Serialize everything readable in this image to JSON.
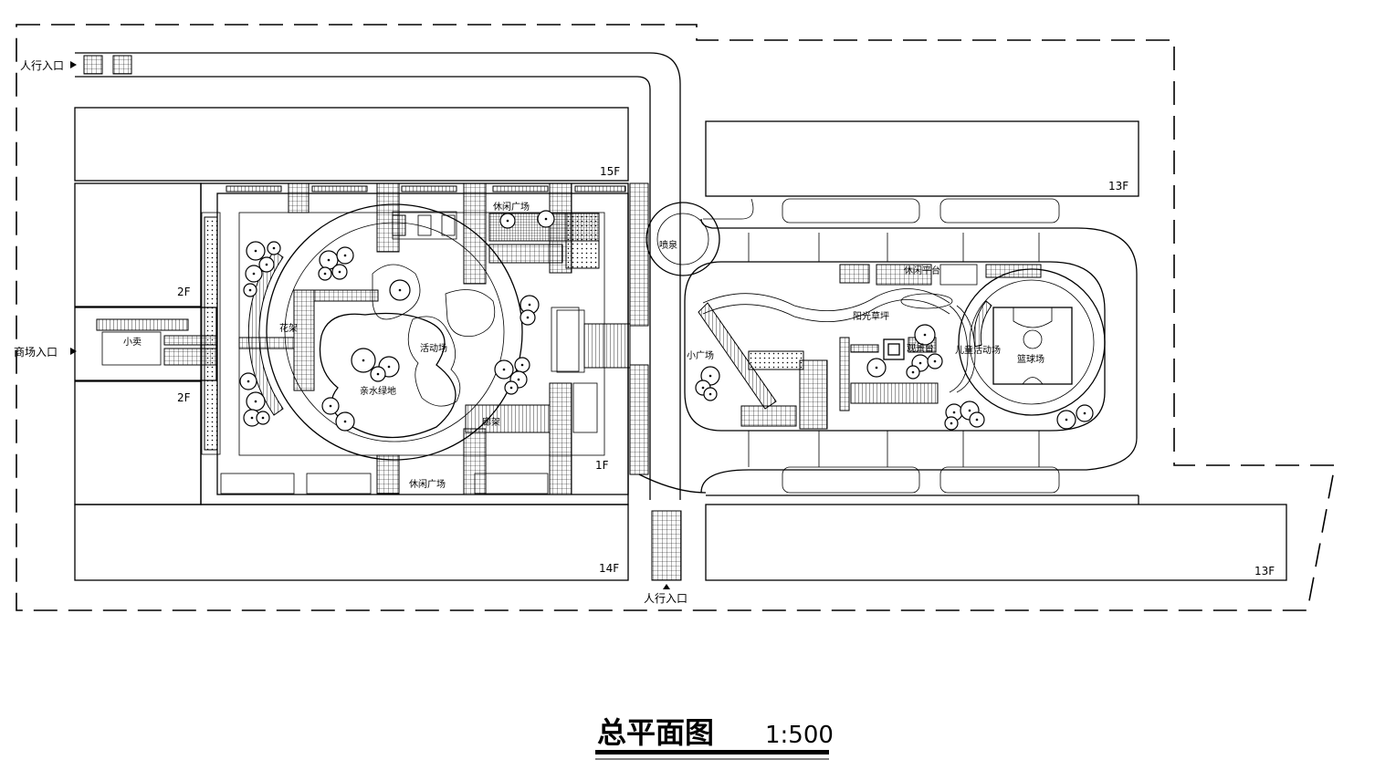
{
  "labels": {
    "entrance_pedestrian_top": "人行入口",
    "entrance_mall": "商场入口",
    "entrance_pedestrian_bottom": "人行入口",
    "floors": {
      "f15": "15F",
      "f2a": "2F",
      "f2b": "2F",
      "f1": "1F",
      "f14": "14F",
      "f13a": "13F",
      "f13b": "13F"
    },
    "places": {
      "p1": "休闲广场",
      "p2": "喷泉",
      "p3": "活动场",
      "p4": "亲水绿地",
      "p5": "花架",
      "p6": "廊架",
      "p7": "阳光草坪",
      "p8": "小广场",
      "p9": "观景台",
      "p10": "休闲平台",
      "p11": "儿童活动场",
      "p12": "篮球场",
      "p13": "小卖",
      "p14": "休闲广场"
    }
  },
  "title": {
    "text": "总平面图",
    "scale": "1:500"
  }
}
